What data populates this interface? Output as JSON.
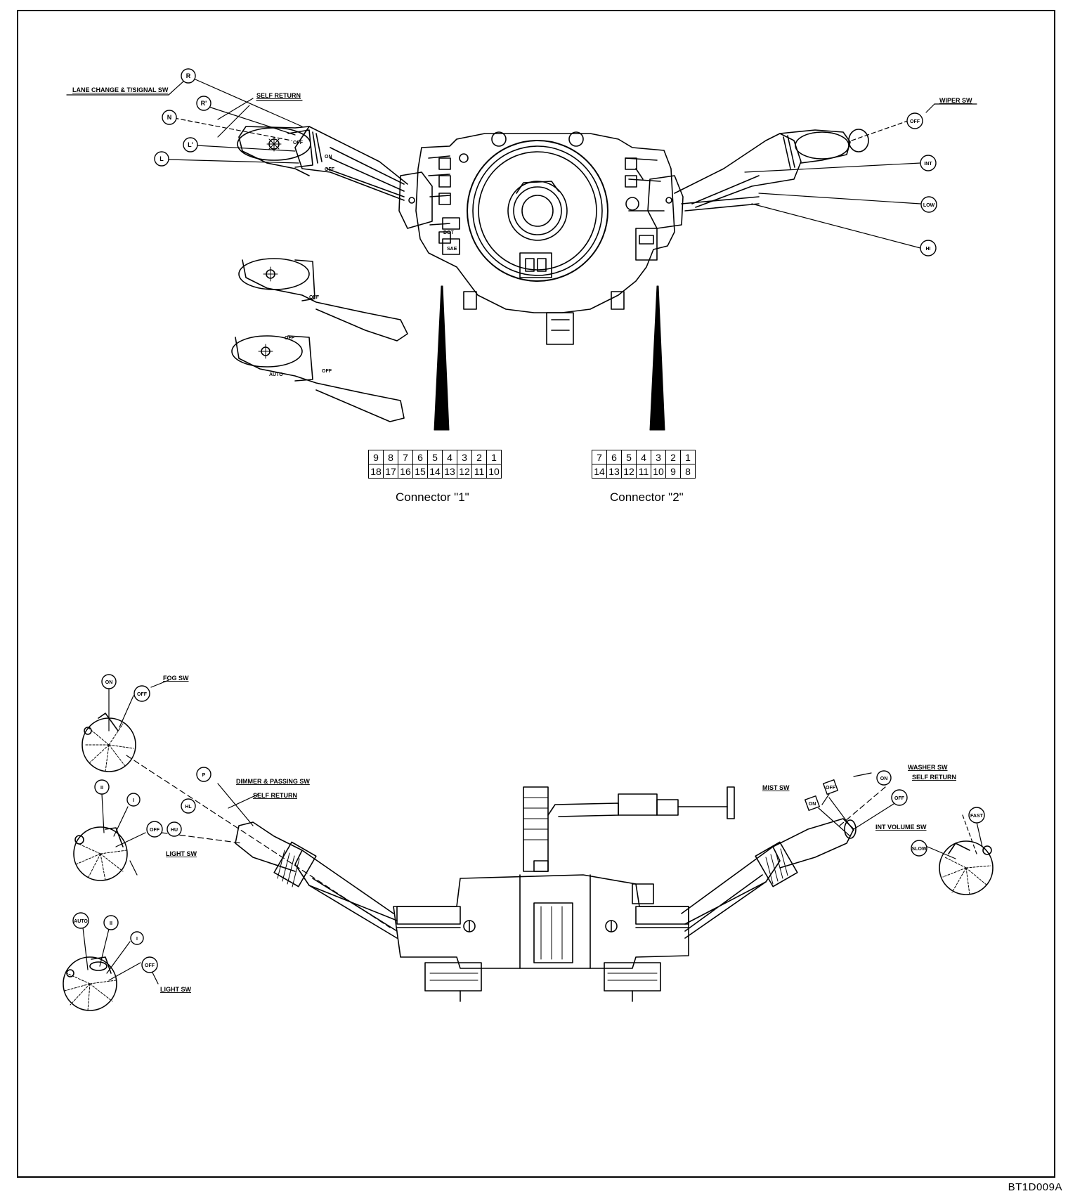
{
  "figure_code": "BT1D009A",
  "top_view": {
    "left_labels": {
      "lane_change": "LANE CHANGE & T/SIGNAL SW",
      "self_return": "SELF RETURN"
    },
    "left_positions": [
      "R",
      "R'",
      "N",
      "L'",
      "L"
    ],
    "right_label": "WIPER SW",
    "right_positions": [
      "OFF",
      "INT",
      "LOW",
      "HI"
    ],
    "lever_marks": {
      "off": "OFF",
      "on": "ON",
      "auto": "AUTO",
      "dot": "DOT",
      "sae": "SAE"
    }
  },
  "connectors": [
    {
      "title": "Connector \"1\"",
      "top_row": [
        "9",
        "8",
        "7",
        "6",
        "5",
        "4",
        "3",
        "2",
        "1"
      ],
      "bottom_row": [
        "18",
        "17",
        "16",
        "15",
        "14",
        "13",
        "12",
        "11",
        "10"
      ]
    },
    {
      "title": "Connector \"2\"",
      "top_row": [
        "7",
        "6",
        "5",
        "4",
        "3",
        "2",
        "1"
      ],
      "bottom_row": [
        "14",
        "13",
        "12",
        "11",
        "10",
        "9",
        "8"
      ]
    }
  ],
  "bottom_view": {
    "fog": {
      "label": "FOG SW",
      "positions": [
        "ON",
        "OFF"
      ]
    },
    "light1": {
      "label": "LIGHT SW",
      "positions": [
        "II",
        "I",
        "OFF"
      ]
    },
    "light2": {
      "label": "LIGHT SW",
      "positions": [
        "AUTO",
        "II",
        "I",
        "OFF"
      ]
    },
    "dimmer": {
      "label": "DIMMER & PASSING SW",
      "self_return": "SELF RETURN",
      "positions": [
        "P",
        "HL",
        "HU"
      ]
    },
    "mist": {
      "label": "MIST SW",
      "positions": [
        "ON",
        "OFF"
      ]
    },
    "washer": {
      "label": "WASHER SW",
      "self_return": "SELF RETURN",
      "positions": [
        "ON",
        "OFF"
      ]
    },
    "int_volume": {
      "label": "INT VOLUME SW",
      "positions": [
        "FAST",
        "SLOW"
      ]
    }
  }
}
